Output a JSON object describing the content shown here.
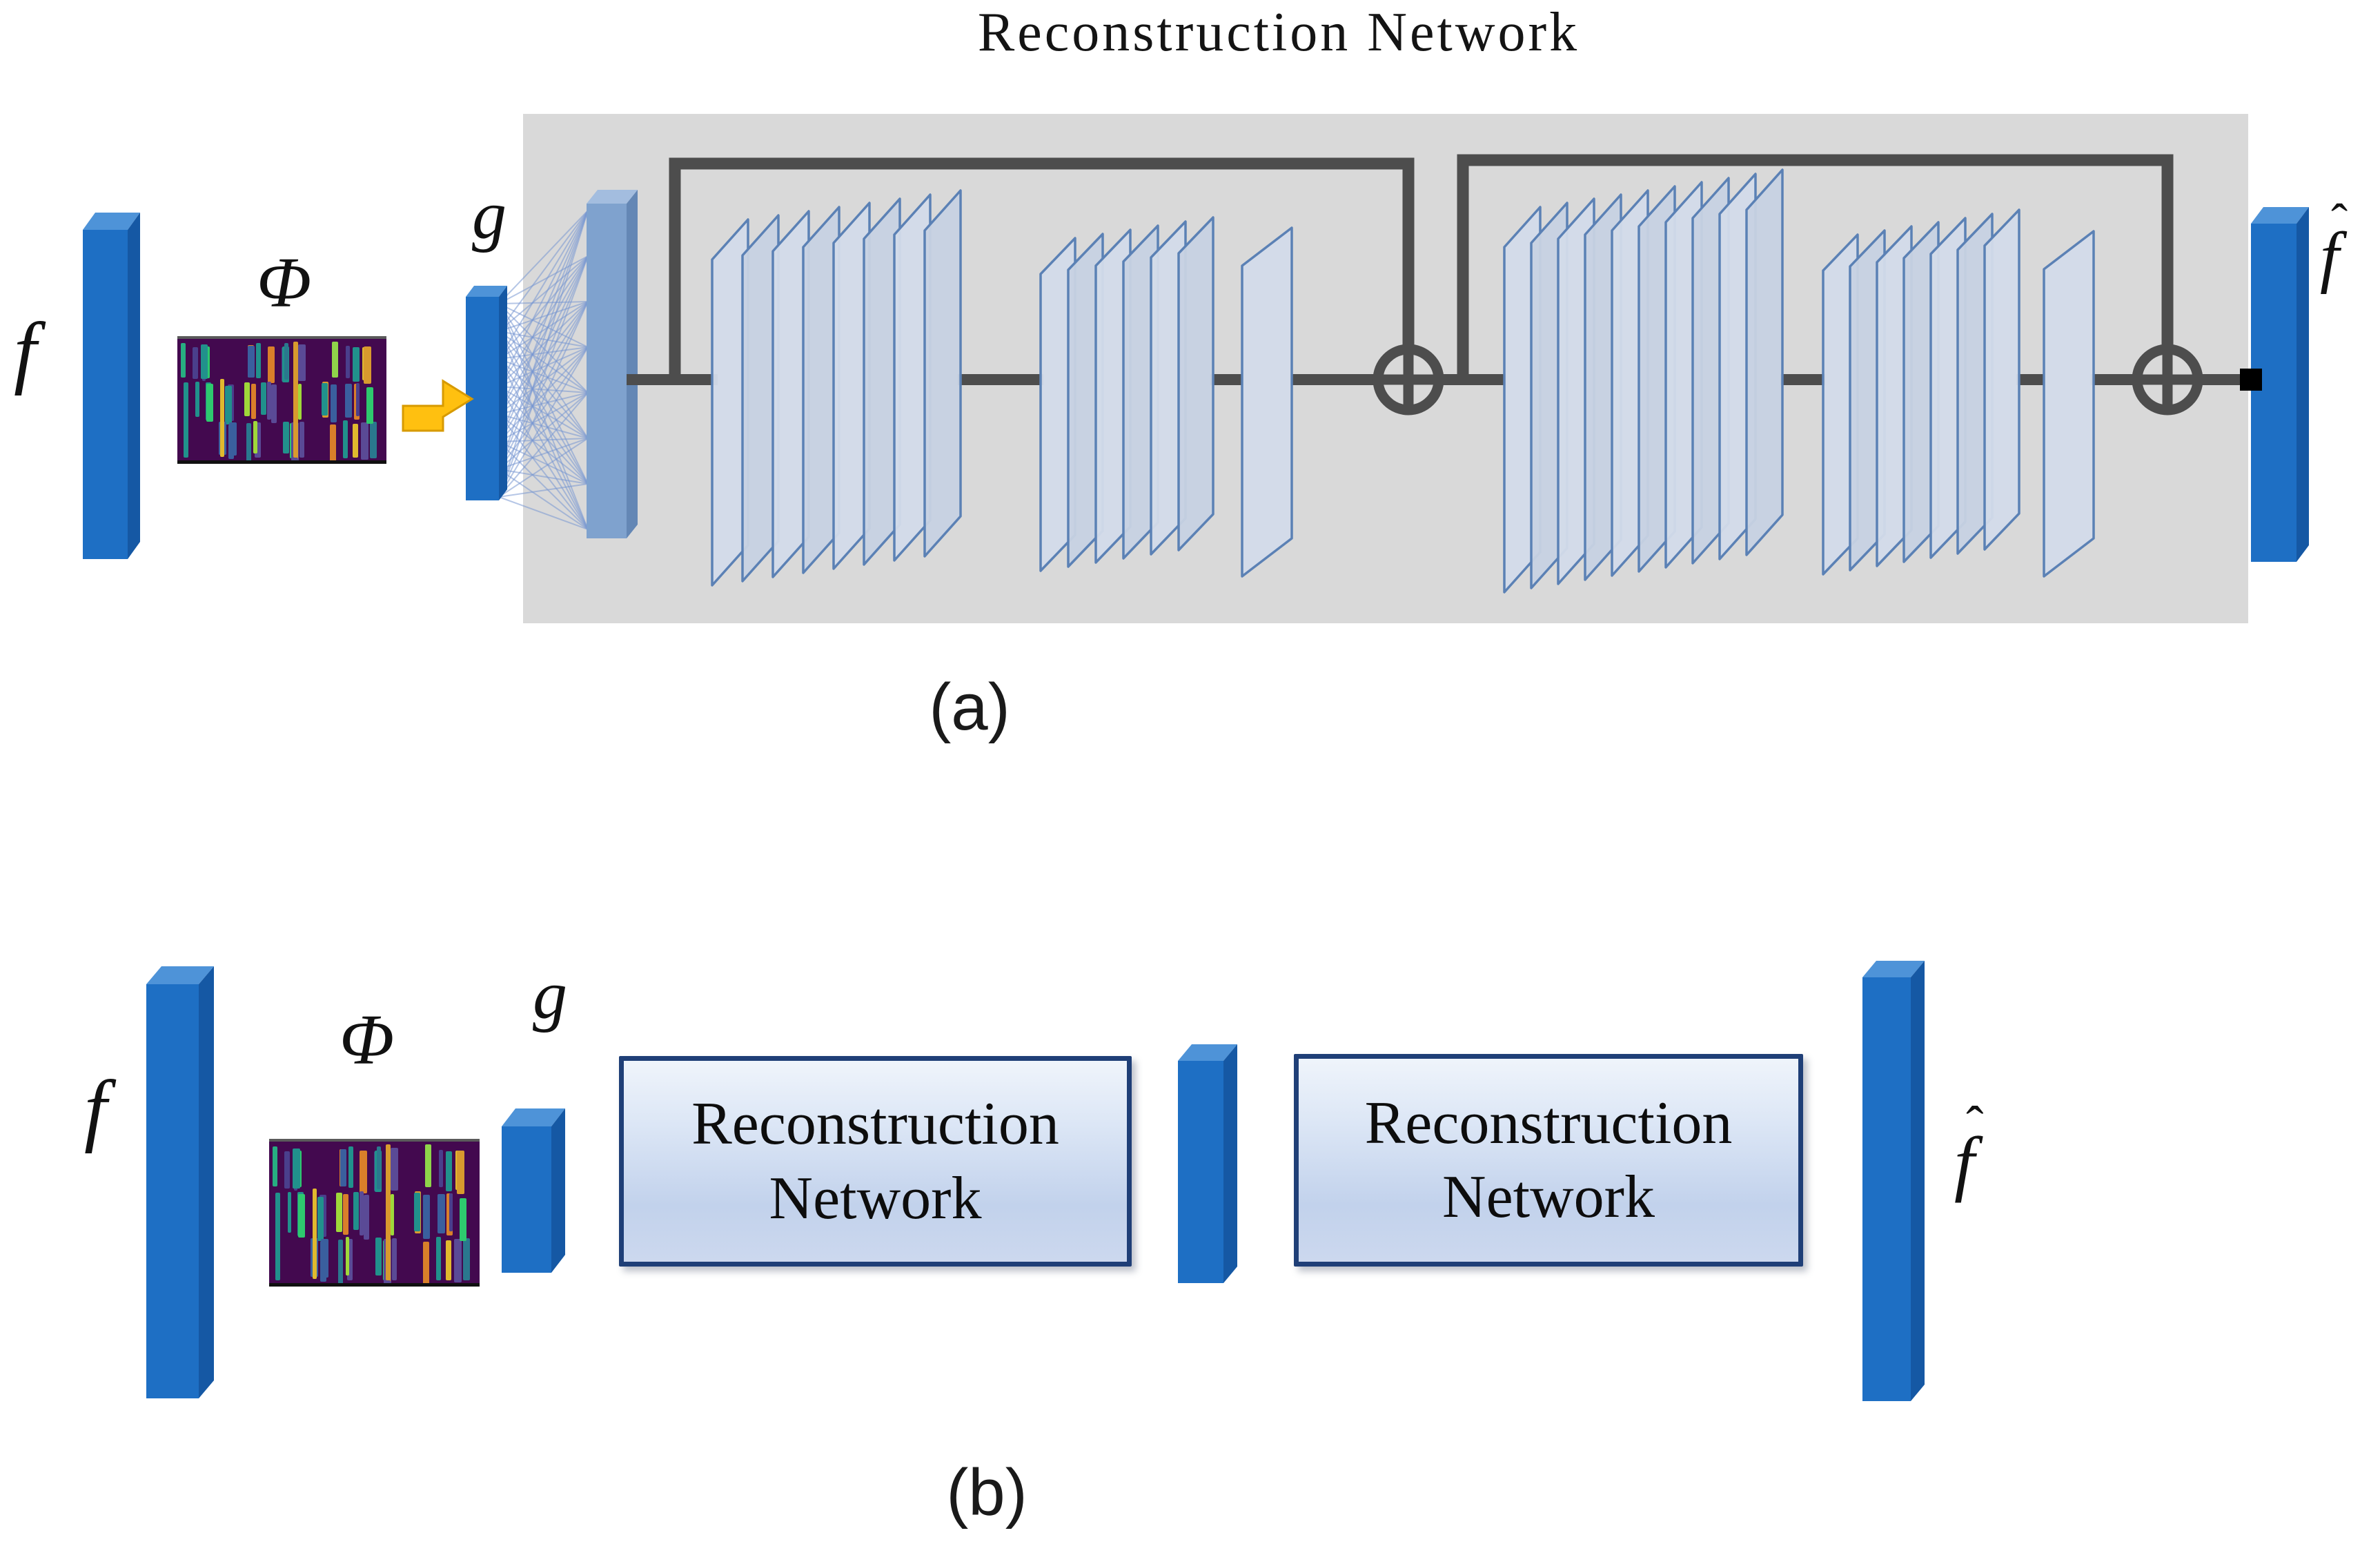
{
  "a": {
    "title": "Reconstruction Network",
    "caption": "(a)",
    "input_label": "f",
    "phi_label": "Φ",
    "g_label": "g",
    "output_base": "f",
    "hat": "ˆ"
  },
  "b": {
    "caption": "(b)",
    "input_label": "f",
    "phi_label": "Φ",
    "g_label": "g",
    "output_base": "f",
    "hat": "ˆ",
    "boxes": [
      {
        "line1": "Reconstruction",
        "line2": "Network"
      },
      {
        "line1": "Reconstruction",
        "line2": "Network"
      }
    ]
  },
  "colors": {
    "panel_gray": "#d9d9d9",
    "line_gray": "#4d4d4d",
    "bar_face": "#1e6fc4",
    "bar_top": "#4e93d8",
    "bar_side": "#1558a4",
    "fc_face": "#7fa2ce",
    "fc_top": "#a3bddf",
    "fc_side": "#6487b5",
    "plane_fill": "#d2dbe9",
    "plane_fill_alt": "#c7d1e2",
    "plane_stroke": "#5b81b5",
    "fan_line": "rgba(120,152,210,0.55)",
    "arrow_fill": "#ffc010",
    "arrow_stroke": "#d79a00",
    "box_border": "#1f3f77",
    "endpoint_black": "#000000",
    "phi_bg": "#43094f"
  },
  "phi_palette": {
    "cool": [
      "#4a3f8c",
      "#3a5f9e",
      "#2a788e",
      "#21918c",
      "#27ad81",
      "#2ec96e",
      "#5a4a96"
    ],
    "warm": [
      "#d89a2e",
      "#e0b92e",
      "#d97f2a",
      "#9fd83a"
    ]
  }
}
